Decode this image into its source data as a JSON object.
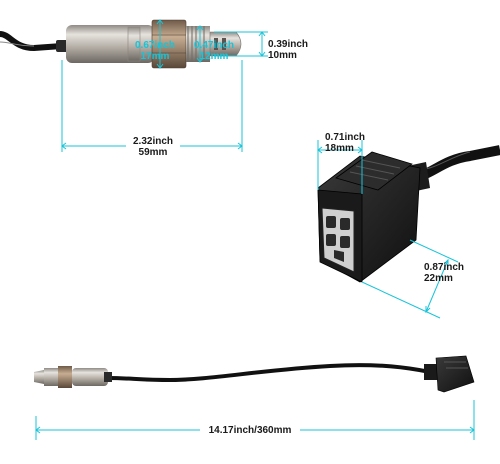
{
  "dimensions": {
    "sensor_outer_diameter": {
      "inch": "0.67inch",
      "mm": "17mm"
    },
    "sensor_thread_diameter": {
      "inch": "0.47inch",
      "mm": "12mm"
    },
    "sensor_tip_diameter": {
      "inch": "0.39inch",
      "mm": "10mm"
    },
    "sensor_length": {
      "inch": "2.32inch",
      "mm": "59mm"
    },
    "connector_width": {
      "inch": "0.71inch",
      "mm": "18mm"
    },
    "connector_height": {
      "inch": "0.87inch",
      "mm": "22mm"
    },
    "total_length": "14.17inch/360mm"
  },
  "colors": {
    "dimension_line": "#18c4d8",
    "cable": "#111111",
    "connector": "#1c1c1c",
    "metal": "#b8b2aa"
  }
}
